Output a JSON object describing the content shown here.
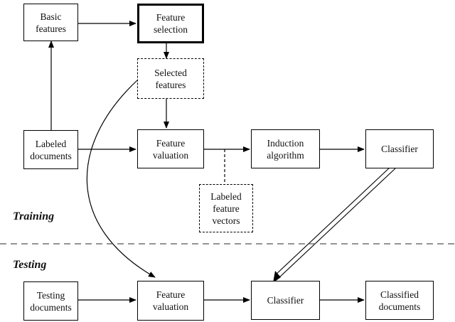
{
  "sections": {
    "training": "Training",
    "testing": "Testing"
  },
  "nodes": {
    "basic_features": "Basic\nfeatures",
    "feature_selection": "Feature\nselection",
    "selected_features": "Selected\nfeatures",
    "labeled_documents": "Labeled\ndocuments",
    "feature_valuation_train": "Feature\nvaluation",
    "induction_algorithm": "Induction\nalgorithm",
    "classifier_train": "Classifier",
    "labeled_feature_vectors": "Labeled\nfeature\nvectors",
    "testing_documents": "Testing\ndocuments",
    "feature_valuation_test": "Feature\nvaluation",
    "classifier_test": "Classifier",
    "classified_documents": "Classified\ndocuments"
  },
  "edges": [
    [
      "labeled_documents",
      "basic_features"
    ],
    [
      "basic_features",
      "feature_selection"
    ],
    [
      "feature_selection",
      "selected_features"
    ],
    [
      "selected_features",
      "feature_valuation_train"
    ],
    [
      "labeled_documents",
      "feature_valuation_train"
    ],
    [
      "feature_valuation_train",
      "induction_algorithm"
    ],
    [
      "induction_algorithm",
      "classifier_train"
    ],
    [
      "feature_valuation_train",
      "labeled_feature_vectors"
    ],
    [
      "selected_features",
      "feature_valuation_test"
    ],
    [
      "classifier_train",
      "classifier_test"
    ],
    [
      "testing_documents",
      "feature_valuation_test"
    ],
    [
      "feature_valuation_test",
      "classifier_test"
    ],
    [
      "classifier_test",
      "classified_documents"
    ]
  ]
}
